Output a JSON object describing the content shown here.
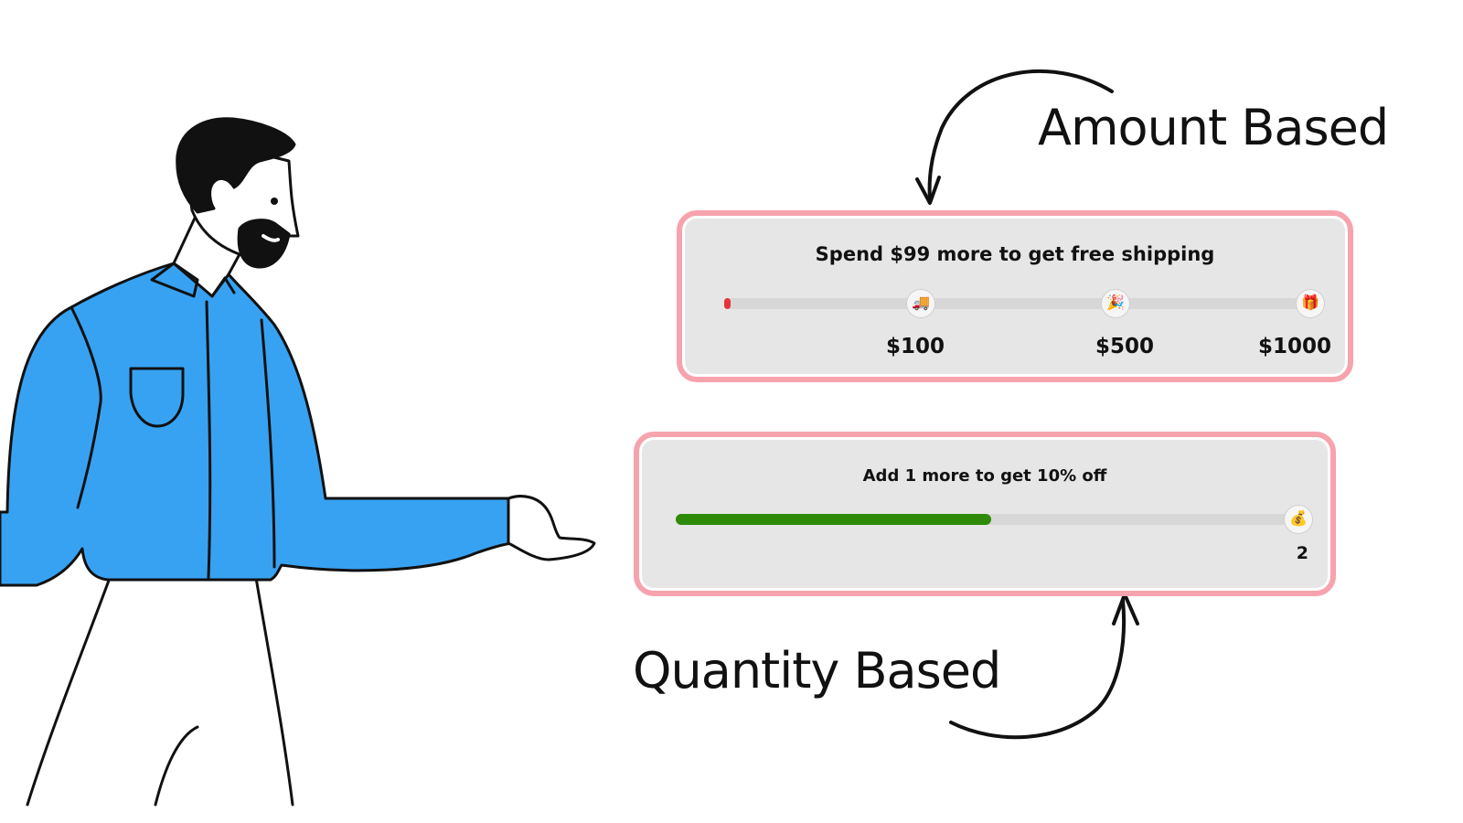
{
  "annotations": {
    "amount_based": "Amount Based",
    "quantity_based": "Quantity Based"
  },
  "amount_bar": {
    "message": "Spend $99 more to get free shipping",
    "progress_percent": 1,
    "milestones": [
      {
        "label": "$100",
        "icon": "delivery-truck-icon",
        "glyph": "🚚"
      },
      {
        "label": "$500",
        "icon": "party-popper-icon",
        "glyph": "🎉"
      },
      {
        "label": "$1000",
        "icon": "gift-icon",
        "glyph": "🎁"
      }
    ]
  },
  "quantity_bar": {
    "message": "Add 1 more to get 10% off",
    "progress_percent": 50,
    "target_count": "2",
    "icon": "money-bag-icon",
    "glyph": "💰"
  },
  "colors": {
    "card_border": "#f7a3ae",
    "card_background": "#e6e6e6",
    "progress_fill": "#2e8b0a",
    "amount_fill": "#e8333a",
    "shirt": "#38a2f2"
  }
}
